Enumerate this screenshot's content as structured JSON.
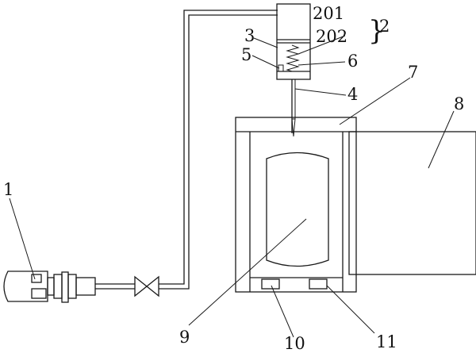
{
  "callouts": {
    "c1": "1",
    "c2": "2",
    "c3": "3",
    "c4": "4",
    "c5": "5",
    "c6": "6",
    "c7": "7",
    "c8": "8",
    "c9": "9",
    "c10": "10",
    "c11": "11",
    "c201": "201",
    "c202": "202"
  },
  "brace_glyph": "}"
}
